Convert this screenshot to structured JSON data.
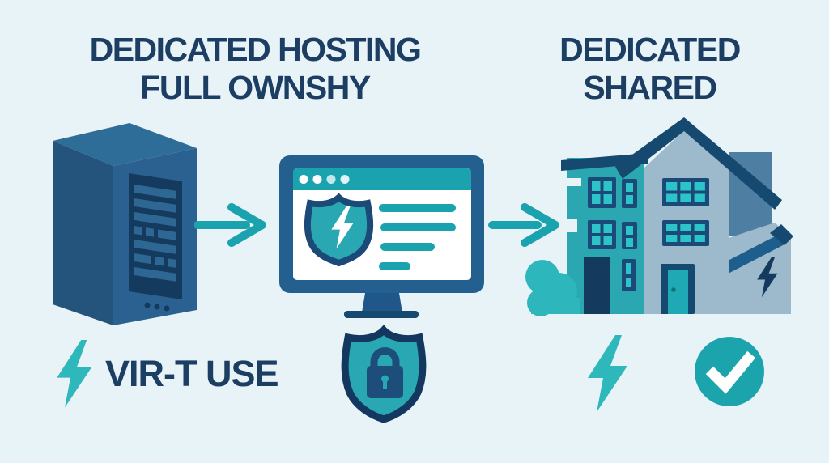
{
  "titles": {
    "left": {
      "line1": "DEDICATED HOSTING",
      "line2": "FULL OWNSHY"
    },
    "right": {
      "line1": "DEDICATED",
      "line2": "SHARED"
    }
  },
  "labels": {
    "bottom_left": "VIR-T USE"
  },
  "icons": {
    "server_tower": "3d-server-tower",
    "arrow_right": "right-arrow",
    "browser_shield": "monitor-browser-with-shield-and-lightning",
    "house": "shared-house-building",
    "lightning": "lightning-bolt",
    "lock_shield": "shield-with-padlock",
    "check_circle": "checkmark-circle"
  },
  "colors": {
    "background": "#e8f3f8",
    "title_text": "#1d3e63",
    "teal": "#1aa3ae",
    "teal_bright": "#2cc3c9",
    "teal_bush": "#2eb6bd",
    "navy_dark": "#143a5e",
    "navy_roof": "#16496f",
    "navy_roof_light": "#1d5e8d",
    "server_left_face": "#24537c",
    "server_right_face": "#2b6190",
    "server_top_face": "#2f6d99",
    "monitor_frame": "#24608f",
    "house_wall": "#9dbacd",
    "house_tower": "#4f7ea3",
    "house_building_teal": "#2ba7b1",
    "shield_fill": "#29a7b2",
    "shield_border": "#1b4a78",
    "check_circle": "#1ca4ad"
  }
}
